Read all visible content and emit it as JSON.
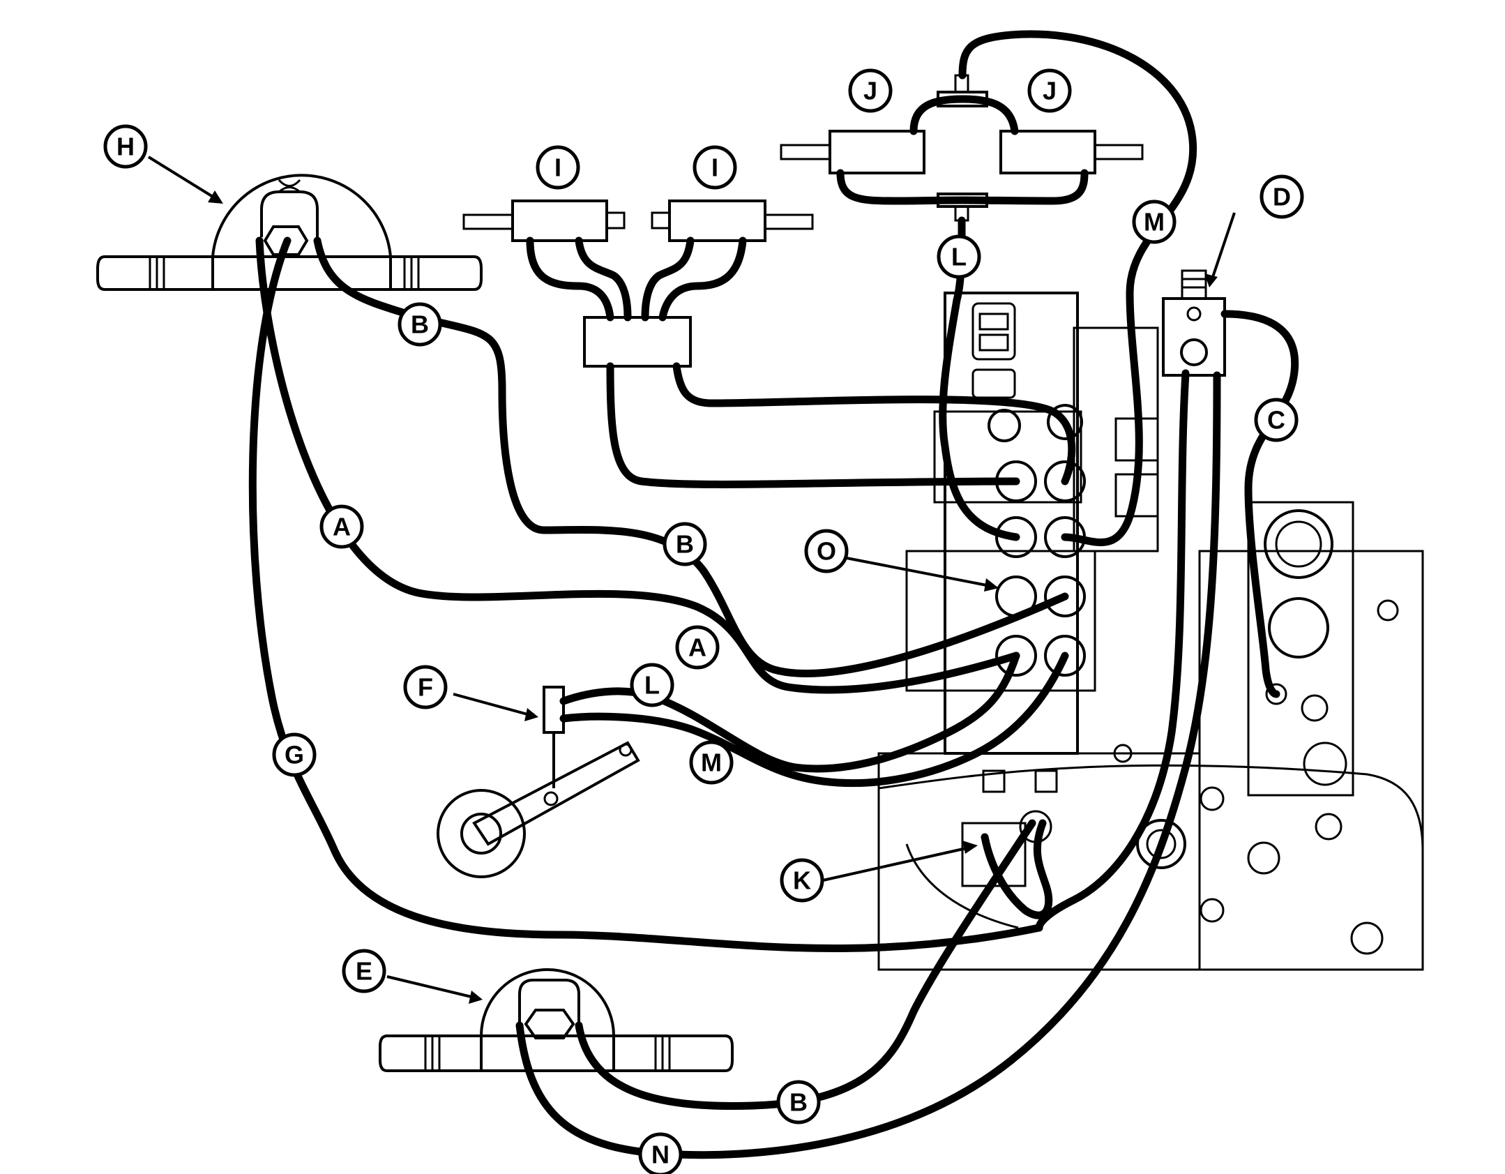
{
  "diagram": {
    "colors": {
      "line": "#000000",
      "background": "#ffffff"
    },
    "callouts": [
      {
        "id": "H",
        "label": "H"
      },
      {
        "id": "I1",
        "label": "I"
      },
      {
        "id": "I2",
        "label": "I"
      },
      {
        "id": "J1",
        "label": "J"
      },
      {
        "id": "J2",
        "label": "J"
      },
      {
        "id": "D",
        "label": "D"
      },
      {
        "id": "M1",
        "label": "M"
      },
      {
        "id": "L1",
        "label": "L"
      },
      {
        "id": "B1",
        "label": "B"
      },
      {
        "id": "C",
        "label": "C"
      },
      {
        "id": "A1",
        "label": "A"
      },
      {
        "id": "B2",
        "label": "B"
      },
      {
        "id": "O",
        "label": "O"
      },
      {
        "id": "A2",
        "label": "A"
      },
      {
        "id": "F",
        "label": "F"
      },
      {
        "id": "L2",
        "label": "L"
      },
      {
        "id": "M2",
        "label": "M"
      },
      {
        "id": "G",
        "label": "G"
      },
      {
        "id": "K",
        "label": "K"
      },
      {
        "id": "E",
        "label": "E"
      },
      {
        "id": "B3",
        "label": "B"
      },
      {
        "id": "N",
        "label": "N"
      }
    ]
  }
}
